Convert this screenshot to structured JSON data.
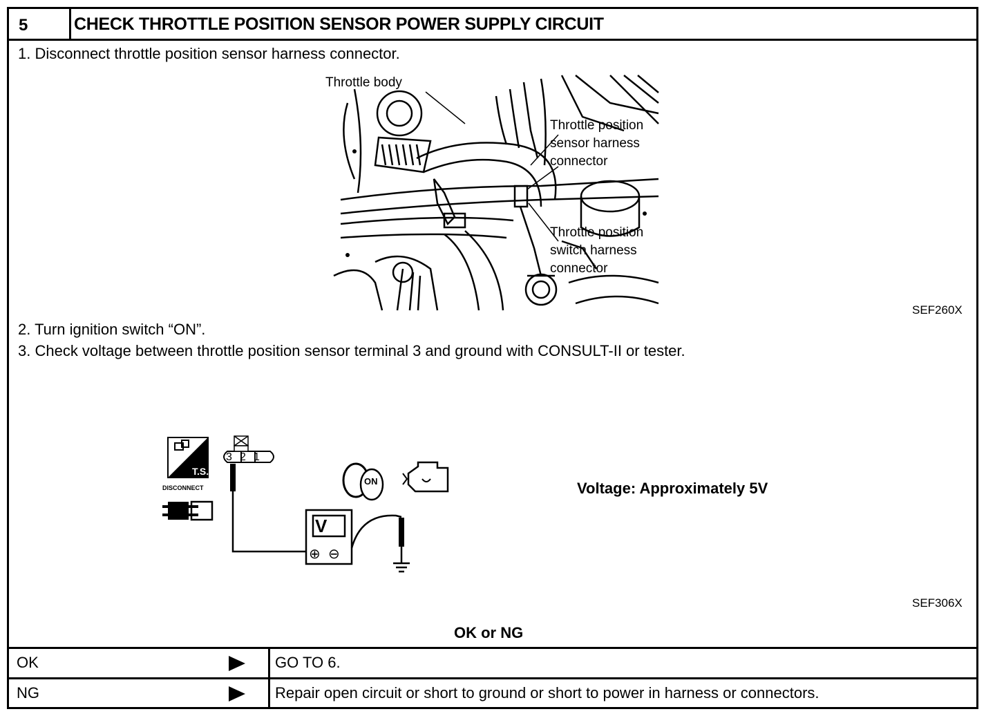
{
  "header": {
    "step_number": "5",
    "title": "CHECK THROTTLE POSITION SENSOR POWER SUPPLY CIRCUIT"
  },
  "instructions": [
    "1.  Disconnect throttle position sensor harness connector.",
    "2.  Turn ignition switch “ON”.",
    "3.  Check voltage between throttle position sensor terminal 3 and ground with CONSULT-II or tester."
  ],
  "figure1": {
    "callout_throttle_body": "Throttle body",
    "callout_sensor_connector": "Throttle position\nsensor harness\nconnector",
    "callout_switch_connector": "Throttle position\nswitch harness\nconnector",
    "ref": "SEF260X"
  },
  "figure2": {
    "ts_label": "T.S.",
    "disconnect_label": "DISCONNECT",
    "terminals": [
      "3",
      "2",
      "1"
    ],
    "key_label": "ON",
    "meter_label": "V",
    "plus": "⊕",
    "minus": "⊖",
    "voltage_spec": "Voltage: Approximately 5V",
    "ref": "SEF306X"
  },
  "judgement": "OK or NG",
  "results": [
    {
      "label": "OK",
      "action": "GO TO 6."
    },
    {
      "label": "NG",
      "action": "Repair open circuit or short to ground or short to power in harness or connectors."
    }
  ]
}
